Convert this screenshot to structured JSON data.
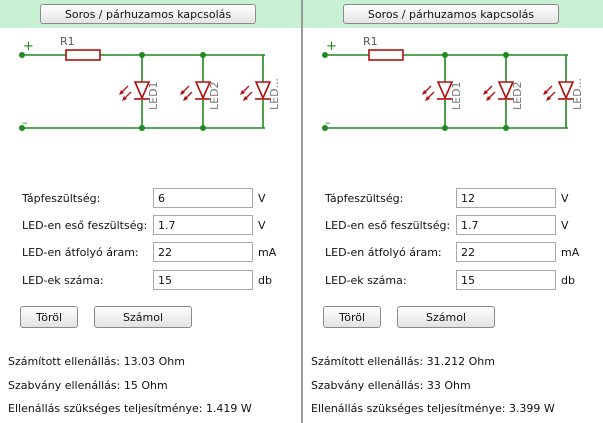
{
  "panels": [
    {
      "mode_button": "Soros / párhuzamos kapcsolás",
      "schematic": {
        "plus": "+",
        "minus": "–",
        "resistor": "R1",
        "leds": [
          "LED1",
          "LED2",
          "LED..."
        ]
      },
      "fields": [
        {
          "label": "Tápfeszültség:",
          "value": "6",
          "unit": "V"
        },
        {
          "label": "LED-en eső feszültség:",
          "value": "1.7",
          "unit": "V"
        },
        {
          "label": "LED-en átfolyó áram:",
          "value": "22",
          "unit": "mA"
        },
        {
          "label": "LED-ek száma:",
          "value": "15",
          "unit": "db"
        }
      ],
      "buttons": {
        "clear": "Töröl",
        "calc": "Számol"
      },
      "results": [
        "Számított ellenállás: 13.03 Ohm",
        "Szabvány ellenállás: 15  Ohm",
        "Ellenállás szükséges teljesítménye: 1.419 W"
      ]
    },
    {
      "mode_button": "Soros / párhuzamos kapcsolás",
      "schematic": {
        "plus": "+",
        "minus": "–",
        "resistor": "R1",
        "leds": [
          "LED1",
          "LED2",
          "LED..."
        ]
      },
      "fields": [
        {
          "label": "Tápfeszültség:",
          "value": "12",
          "unit": "V"
        },
        {
          "label": "LED-en eső feszültség:",
          "value": "1.7",
          "unit": "V"
        },
        {
          "label": "LED-en átfolyó áram:",
          "value": "22",
          "unit": "mA"
        },
        {
          "label": "LED-ek száma:",
          "value": "15",
          "unit": "db"
        }
      ],
      "buttons": {
        "clear": "Töröl",
        "calc": "Számol"
      },
      "results": [
        "Számított ellenállás: 31.212 Ohm",
        "Szabvány ellenállás: 33  Ohm",
        "Ellenállás szükséges teljesítménye: 3.399 W"
      ]
    }
  ],
  "colors": {
    "accent_strip": "#c8f0d2",
    "wire": "#1f8a1f",
    "component": "#b01010",
    "divider": "#9a9a9a"
  }
}
